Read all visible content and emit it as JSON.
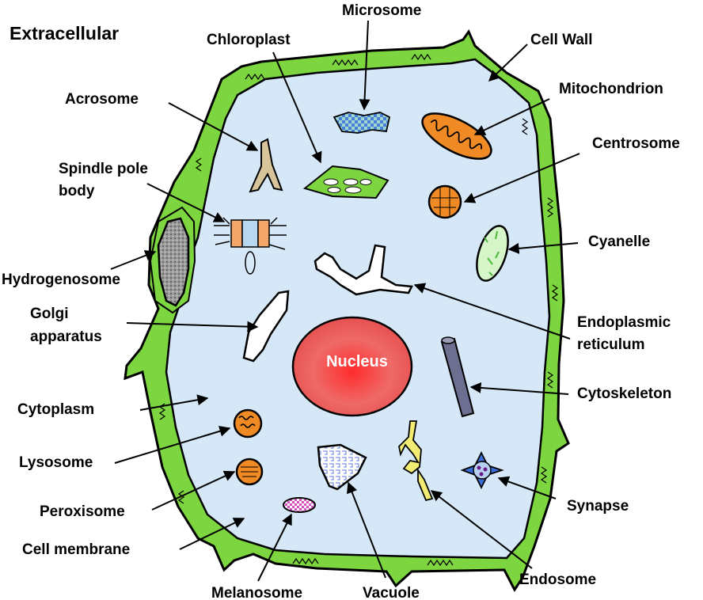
{
  "title": "Extracellular",
  "nucleus_label": "Nucleus",
  "labels": {
    "microsome": "Microsome",
    "chloroplast": "Chloroplast",
    "cell_wall": "Cell Wall",
    "acrosome": "Acrosome",
    "mitochondrion": "Mitochondrion",
    "centrosome": "Centrosome",
    "spindle_pole_body_1": "Spindle pole",
    "spindle_pole_body_2": "body",
    "cyanelle": "Cyanelle",
    "hydrogenosome": "Hydrogenosome",
    "golgi_1": "Golgi",
    "golgi_2": "apparatus",
    "er_1": "Endoplasmic",
    "er_2": "reticulum",
    "cytoskeleton": "Cytoskeleton",
    "cytoplasm": "Cytoplasm",
    "lysosome": "Lysosome",
    "peroxisome": "Peroxisome",
    "synapse": "Synapse",
    "cell_membrane": "Cell membrane",
    "endosome": "Endosome",
    "melanosome": "Melanosome",
    "vacuole": "Vacuole"
  },
  "colors": {
    "cell_wall": "#7dd63f",
    "cytoplasm": "#d6e8f8",
    "nucleus": "#e8474a",
    "mitochondrion": "#f08a24",
    "centrosome": "#f08a24",
    "chloroplast": "#7dd63f",
    "cytoskeleton": "#6c6f8f",
    "endosome": "#f2ec74",
    "synapse": "#3a6fd8",
    "melanosome": "#e060c8"
  }
}
